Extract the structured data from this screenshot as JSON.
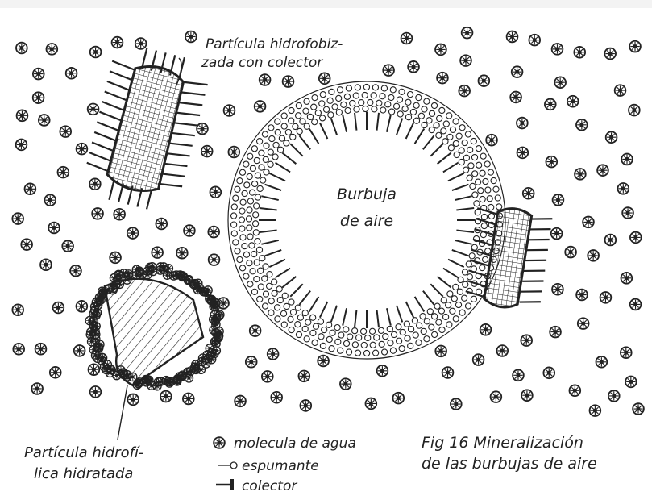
{
  "labels": {
    "hydrophobic_particle_line1": "Partícula hidrofobiz-",
    "hydrophobic_particle_line2": "zada con colector",
    "bubble_line1": "Burbuja",
    "bubble_line2": "de aire",
    "hydrophilic_particle_line1": "Partícula hidrofí-",
    "hydrophilic_particle_line2": "lica hidratada",
    "figure_caption_line1": "Fig 16 Mineralización",
    "figure_caption_line2": "de las burbujas de aire"
  },
  "legend": {
    "water_molecule": "molecula de agua",
    "frother": "espumante",
    "collector": "colector"
  },
  "icons": {
    "water_molecule": "water-molecule-icon",
    "frother": "frother-molecule-icon",
    "collector": "collector-molecule-icon"
  },
  "colors": {
    "ink": "#222222",
    "paper": "#ffffff"
  }
}
